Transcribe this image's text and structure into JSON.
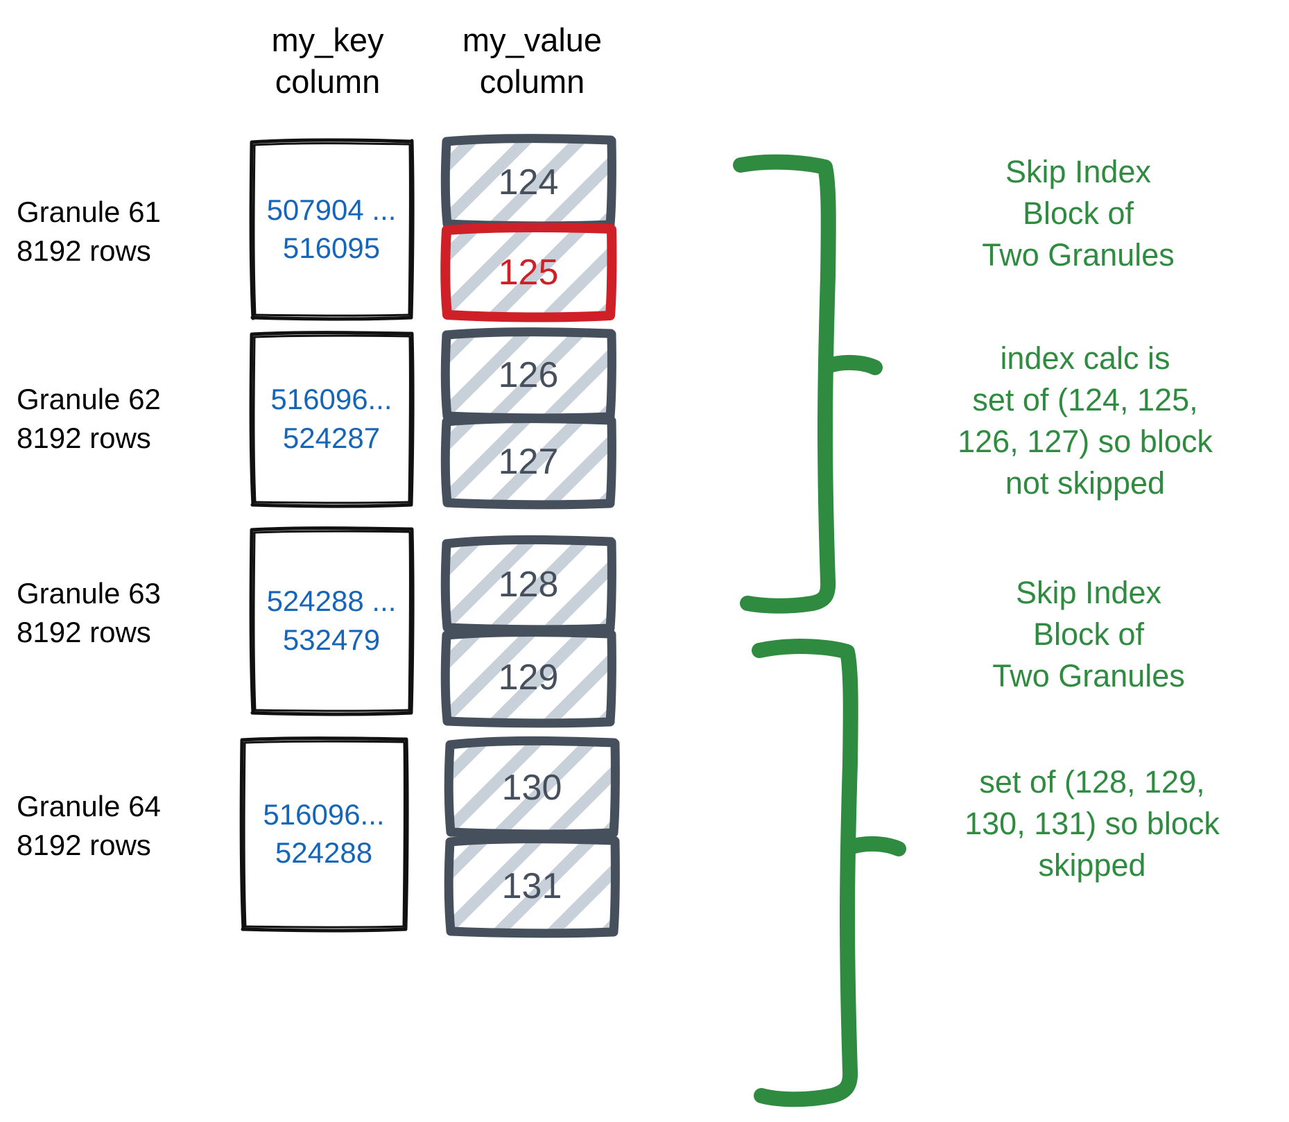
{
  "headers": {
    "key_column": "my_key\ncolumn",
    "value_column": "my_value\ncolumn"
  },
  "colors": {
    "key_value_text": "#1565b8",
    "value_number_text": "#46505c",
    "highlight_red": "#cf2027",
    "annotation_green": "#2e8b40",
    "hatch": "#c5ced8",
    "box_border": "#46505c",
    "granule_border": "#000000"
  },
  "rows": [
    {
      "granule_label": "Granule 61\n8192 rows",
      "key_range": "507904 ...\n516095",
      "values": [
        {
          "text": "124",
          "highlighted": false
        },
        {
          "text": "125",
          "highlighted": true
        }
      ]
    },
    {
      "granule_label": "Granule 62\n8192 rows",
      "key_range": "516096...\n524287",
      "values": [
        {
          "text": "126",
          "highlighted": false
        },
        {
          "text": "127",
          "highlighted": false
        }
      ]
    },
    {
      "granule_label": "Granule 63\n8192 rows",
      "key_range": "524288 ...\n532479",
      "values": [
        {
          "text": "128",
          "highlighted": false
        },
        {
          "text": "129",
          "highlighted": false
        }
      ]
    },
    {
      "granule_label": "Granule 64\n8192 rows",
      "key_range": "516096...\n524288",
      "values": [
        {
          "text": "130",
          "highlighted": false
        },
        {
          "text": "131",
          "highlighted": false
        }
      ]
    }
  ],
  "annotations": [
    {
      "text": "Skip Index\nBlock of\nTwo Granules"
    },
    {
      "text": "index calc is\nset of (124, 125,\n126, 127) so block\nnot skipped"
    },
    {
      "text": "Skip Index\nBlock of\nTwo Granules"
    },
    {
      "text": "set of (128, 129,\n130, 131) so block\nskipped"
    }
  ]
}
